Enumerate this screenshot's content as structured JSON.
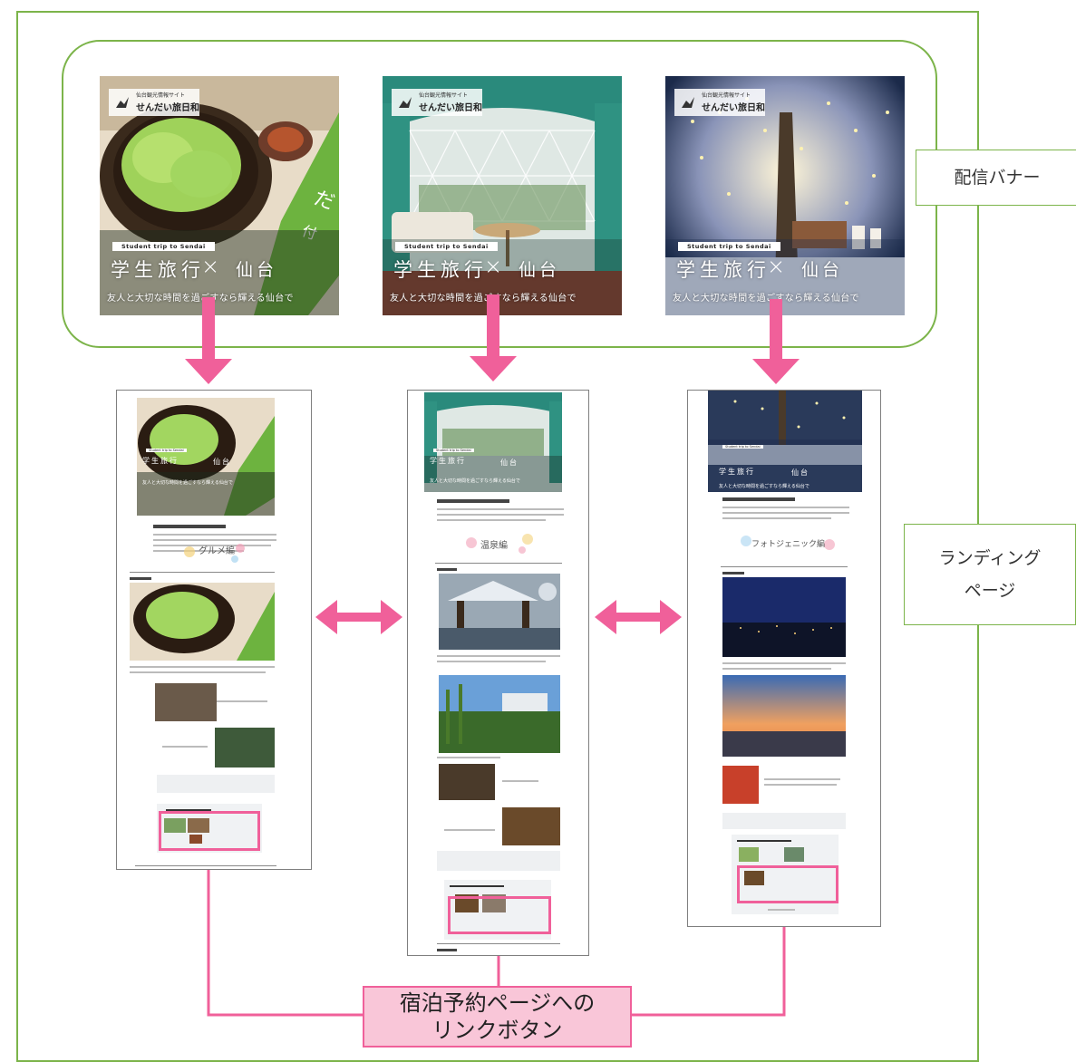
{
  "callouts": {
    "banner_label": "配信バナー",
    "lp_label_line1": "ランディング",
    "lp_label_line2": "ページ",
    "link_label_line1": "宿泊予約ページへの",
    "link_label_line2": "リンクボタン"
  },
  "banner_common": {
    "site_small": "仙台観光情報サイト",
    "site_name": "せんだい旅日和",
    "tagline": "Student trip to Sendai",
    "headline": "学生旅行",
    "cross": "×",
    "place": "仙台",
    "subline": "友人と大切な時間を過ごすなら輝える仙台で"
  },
  "banners": [
    {
      "theme": "zunda-mochi",
      "photo_icon": "zunda-mochi-photo"
    },
    {
      "theme": "glamping-dome",
      "photo_icon": "glamping-dome-photo"
    },
    {
      "theme": "winter-illumination",
      "photo_icon": "illumination-photo"
    }
  ],
  "landing_pages": [
    {
      "genre": "グルメ編",
      "theme": "gourmet"
    },
    {
      "genre": "温泉編",
      "theme": "onsen"
    },
    {
      "genre": "フォトジェニック編",
      "theme": "photogenic"
    }
  ],
  "colors": {
    "frame_green": "#7cb44a",
    "arrow_pink": "#f0609a",
    "link_box_fill": "#f9c6d8",
    "zunda_green": "#8cc63f",
    "dome_teal": "#2f8a7e",
    "night_navy": "#1b2a4a"
  }
}
